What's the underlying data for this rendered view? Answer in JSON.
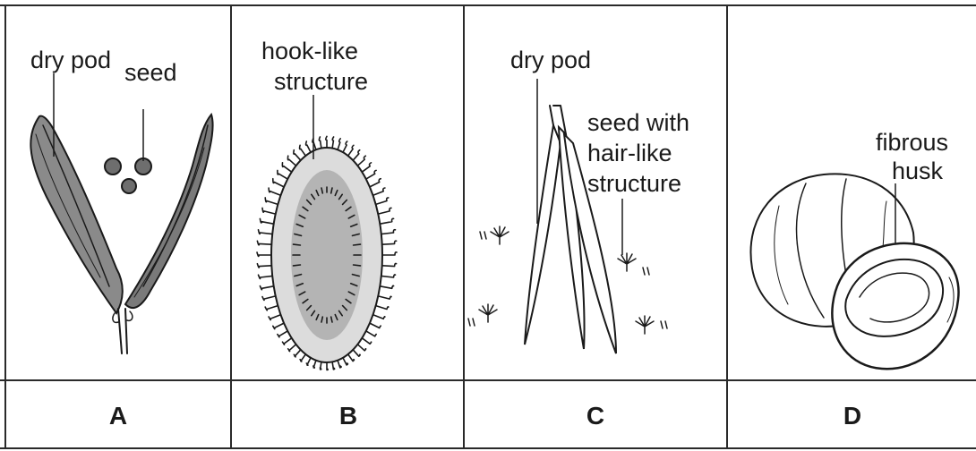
{
  "panels": [
    {
      "letter": "A",
      "labels": [
        "dry pod",
        "seed"
      ]
    },
    {
      "letter": "B",
      "labels": [
        "hook-like",
        "structure"
      ]
    },
    {
      "letter": "C",
      "labels": [
        "dry pod",
        "seed with",
        "hair-like",
        "structure"
      ]
    },
    {
      "letter": "D",
      "labels": [
        "fibrous",
        "husk"
      ]
    }
  ]
}
